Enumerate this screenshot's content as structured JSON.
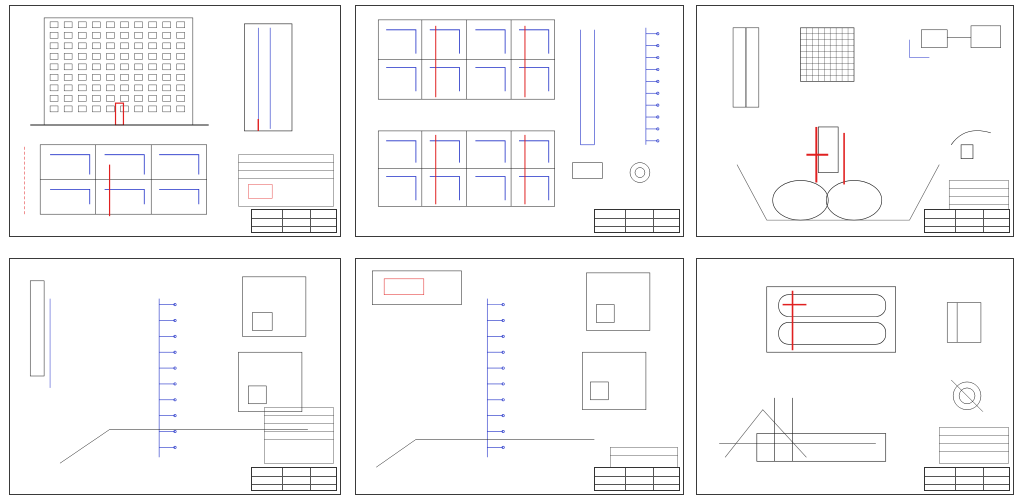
{
  "sheets": [
    {
      "id": "sheet-1",
      "kind": "facade-and-plan"
    },
    {
      "id": "sheet-2",
      "kind": "floor-plans-and-section"
    },
    {
      "id": "sheet-3",
      "kind": "tank-installation"
    },
    {
      "id": "sheet-4",
      "kind": "axonometric-scheme"
    },
    {
      "id": "sheet-5",
      "kind": "axonometric-scheme-2"
    },
    {
      "id": "sheet-6",
      "kind": "tank-plan-and-section"
    }
  ],
  "colors": {
    "pipe_red": "#e02020",
    "pipe_blue": "#2030c8",
    "line_black": "#1a1a1a",
    "ground": "#8a8a8a",
    "paper": "#ffffff"
  }
}
